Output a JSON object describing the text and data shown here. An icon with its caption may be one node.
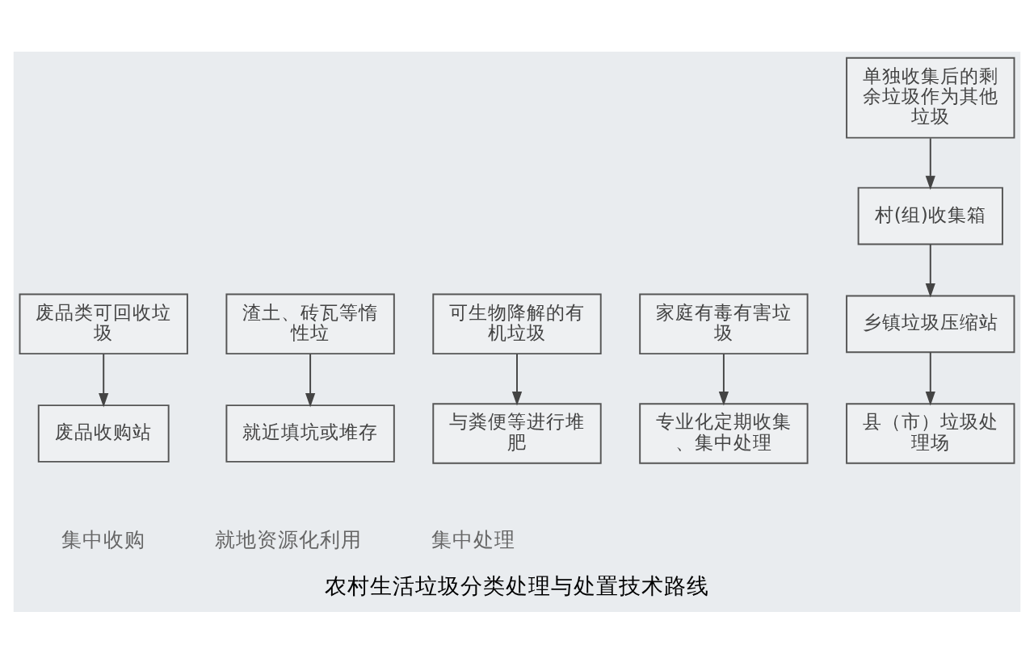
{
  "diagram": {
    "caption": "农村生活垃圾分类处理与处置技术路线",
    "nodes": [
      {
        "text": [
          "废品类可回收垃圾"
        ]
      },
      {
        "text": [
          "废品收购站"
        ]
      },
      {
        "text": [
          "渣土、砖瓦等惰性垃"
        ]
      },
      {
        "text": [
          "可生物降解的有机垃圾"
        ]
      },
      {
        "text": [
          "就近填坑或堆存"
        ]
      },
      {
        "text": [
          "与粪便等进行堆肥"
        ]
      },
      {
        "text": [
          "家庭有毒有害垃圾"
        ]
      },
      {
        "text": [
          "单独收集后的剩余垃圾作为其他垃圾"
        ]
      },
      {
        "text": [
          "专业化定期收集、集中处理"
        ]
      },
      {
        "text": [
          "村(组)收集箱"
        ]
      },
      {
        "text": [
          "乡镇垃圾压缩站"
        ]
      },
      {
        "text": [
          "县（市）垃圾处理场"
        ]
      }
    ],
    "edges": [
      {
        "from": 0,
        "to": 1,
        "arrow": "to"
      },
      {
        "from": 2,
        "to": 4,
        "arrow": "to"
      },
      {
        "from": 3,
        "to": 5,
        "arrow": "to"
      },
      {
        "from": 6,
        "to": 8,
        "arrow": "to"
      },
      {
        "from": 7,
        "to": 9,
        "arrow": "to"
      },
      {
        "from": 9,
        "to": 10,
        "arrow": "to"
      },
      {
        "from": 10,
        "to": 11,
        "arrow": "to"
      }
    ],
    "labels": [
      "集中收购",
      "就地资源化利用",
      "集中处理"
    ]
  }
}
